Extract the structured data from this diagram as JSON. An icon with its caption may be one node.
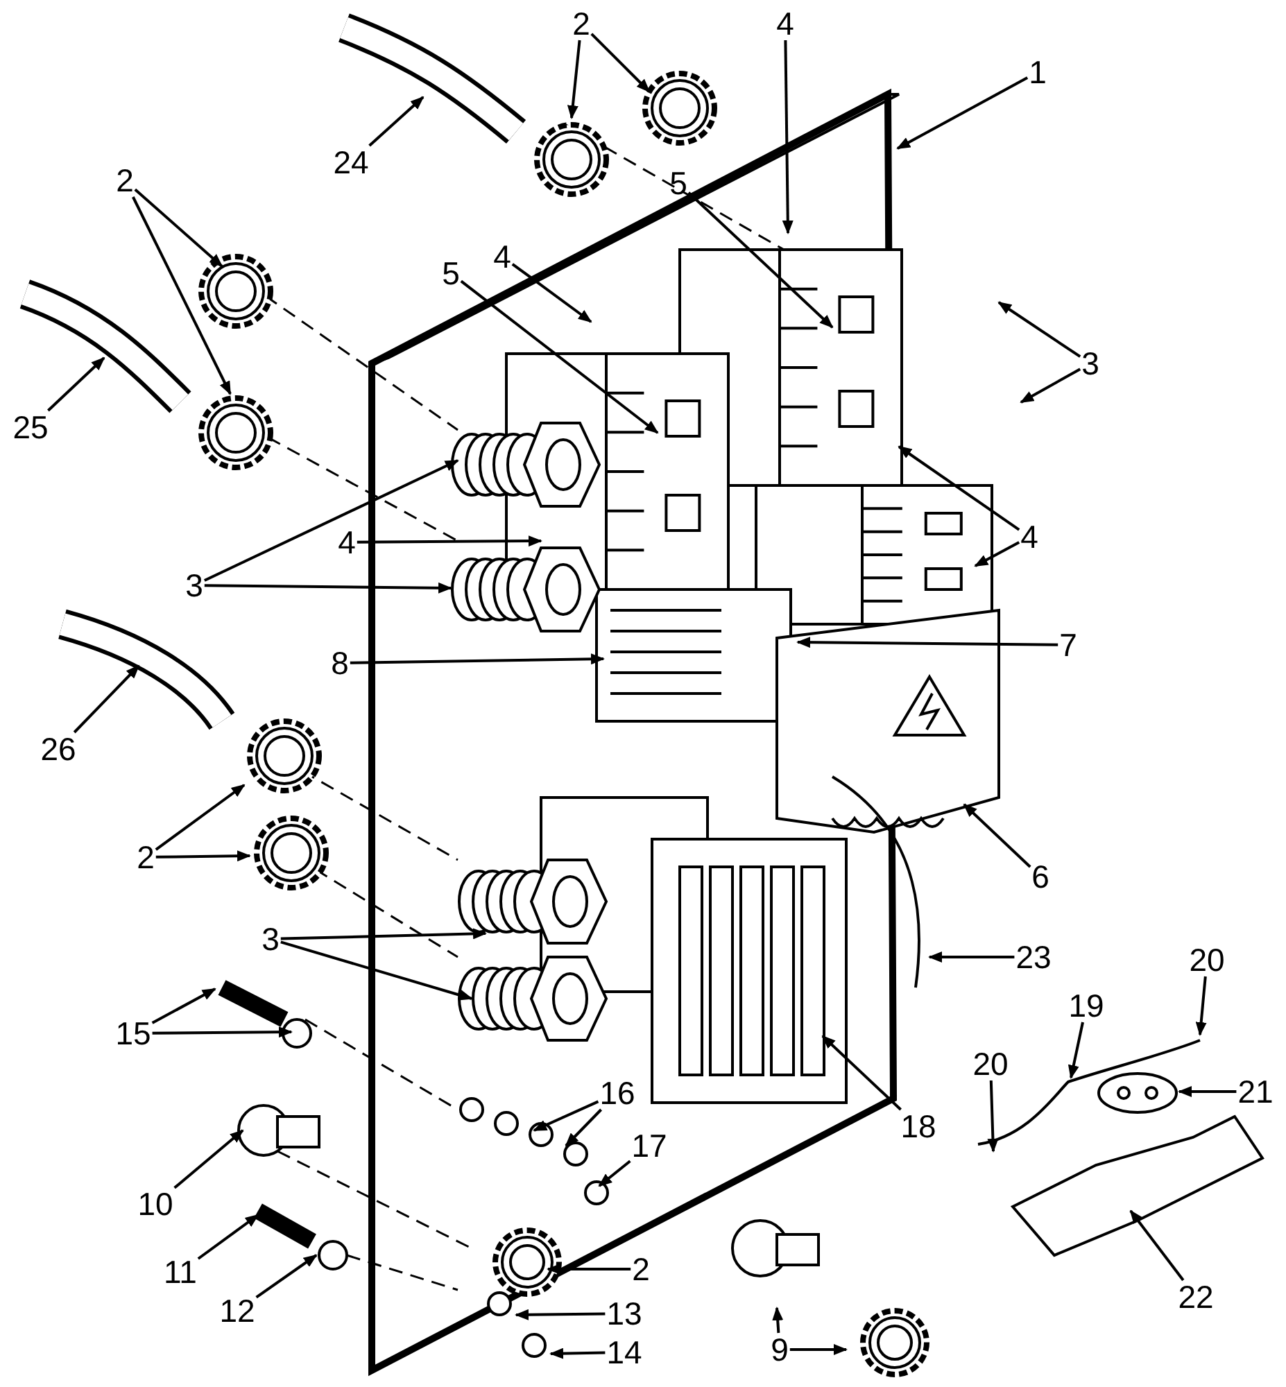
{
  "diagram": {
    "nodes": [
      {
        "text": [
          "2"
        ]
      },
      {
        "text": [
          "4"
        ]
      },
      {
        "text": [
          "1"
        ]
      },
      {
        "text": [
          "24"
        ]
      },
      {
        "text": [
          "5"
        ]
      },
      {
        "text": [
          "2"
        ]
      },
      {
        "text": [
          "4"
        ]
      },
      {
        "text": [
          "5"
        ]
      },
      {
        "text": [
          "3"
        ]
      },
      {
        "text": [
          "25"
        ]
      },
      {
        "text": [
          "3"
        ]
      },
      {
        "text": [
          "4"
        ]
      },
      {
        "text": [
          "4"
        ]
      },
      {
        "text": [
          "8"
        ]
      },
      {
        "text": [
          "7"
        ]
      },
      {
        "text": [
          "26"
        ]
      },
      {
        "text": [
          "2"
        ]
      },
      {
        "text": [
          "6"
        ]
      },
      {
        "text": [
          "3"
        ]
      },
      {
        "text": [
          "23"
        ]
      },
      {
        "text": [
          "20"
        ]
      },
      {
        "text": [
          "15"
        ]
      },
      {
        "text": [
          "19"
        ]
      },
      {
        "text": [
          "16"
        ]
      },
      {
        "text": [
          "21"
        ]
      },
      {
        "text": [
          "20"
        ]
      },
      {
        "text": [
          "10"
        ]
      },
      {
        "text": [
          "18"
        ]
      },
      {
        "text": [
          "17"
        ]
      },
      {
        "text": [
          "11"
        ]
      },
      {
        "text": [
          "2"
        ]
      },
      {
        "text": [
          "12"
        ]
      },
      {
        "text": [
          "22"
        ]
      },
      {
        "text": [
          "13"
        ]
      },
      {
        "text": [
          "9"
        ]
      },
      {
        "text": [
          "14"
        ]
      }
    ],
    "edges": [
      {
        "from": 0,
        "to": null,
        "arrow": "to"
      },
      {
        "from": 0,
        "to": null,
        "arrow": "to"
      },
      {
        "from": 1,
        "to": null,
        "arrow": "to"
      },
      {
        "from": 2,
        "to": null,
        "arrow": "to"
      },
      {
        "from": 3,
        "to": null,
        "arrow": "to"
      },
      {
        "from": 4,
        "to": null,
        "arrow": "to"
      },
      {
        "from": 5,
        "to": null,
        "arrow": "to"
      },
      {
        "from": 5,
        "to": null,
        "arrow": "to"
      },
      {
        "from": 6,
        "to": null,
        "arrow": "to"
      },
      {
        "from": 7,
        "to": null,
        "arrow": "to"
      },
      {
        "from": 8,
        "to": null,
        "arrow": "to"
      },
      {
        "from": 8,
        "to": null,
        "arrow": "to"
      },
      {
        "from": 9,
        "to": null,
        "arrow": "to"
      },
      {
        "from": 10,
        "to": null,
        "arrow": "to"
      },
      {
        "from": 10,
        "to": null,
        "arrow": "to"
      },
      {
        "from": 11,
        "to": null,
        "arrow": "to"
      },
      {
        "from": 12,
        "to": null,
        "arrow": "to"
      },
      {
        "from": 12,
        "to": null,
        "arrow": "to"
      },
      {
        "from": 13,
        "to": null,
        "arrow": "to"
      },
      {
        "from": 14,
        "to": null,
        "arrow": "to"
      },
      {
        "from": 15,
        "to": null,
        "arrow": "to"
      },
      {
        "from": 16,
        "to": null,
        "arrow": "to"
      },
      {
        "from": 16,
        "to": null,
        "arrow": "to"
      },
      {
        "from": 17,
        "to": null,
        "arrow": "to"
      },
      {
        "from": 18,
        "to": null,
        "arrow": "to"
      },
      {
        "from": 18,
        "to": null,
        "arrow": "to"
      },
      {
        "from": 19,
        "to": null,
        "arrow": "to"
      },
      {
        "from": 20,
        "to": null,
        "arrow": "to"
      },
      {
        "from": 21,
        "to": null,
        "arrow": "to"
      },
      {
        "from": 21,
        "to": null,
        "arrow": "to"
      },
      {
        "from": 22,
        "to": null,
        "arrow": "to"
      },
      {
        "from": 23,
        "to": null,
        "arrow": "to"
      },
      {
        "from": 23,
        "to": null,
        "arrow": "to"
      },
      {
        "from": 24,
        "to": null,
        "arrow": "to"
      },
      {
        "from": 25,
        "to": null,
        "arrow": "to"
      },
      {
        "from": 26,
        "to": null,
        "arrow": "to"
      },
      {
        "from": 27,
        "to": null,
        "arrow": "to"
      },
      {
        "from": 28,
        "to": null,
        "arrow": "to"
      },
      {
        "from": 29,
        "to": null,
        "arrow": "to"
      },
      {
        "from": 30,
        "to": null,
        "arrow": "to"
      },
      {
        "from": 31,
        "to": null,
        "arrow": "to"
      },
      {
        "from": 32,
        "to": null,
        "arrow": "to"
      },
      {
        "from": 33,
        "to": null,
        "arrow": "to"
      },
      {
        "from": 34,
        "to": null,
        "arrow": "to"
      },
      {
        "from": 34,
        "to": null,
        "arrow": "to"
      },
      {
        "from": 35,
        "to": null,
        "arrow": "to"
      }
    ]
  }
}
